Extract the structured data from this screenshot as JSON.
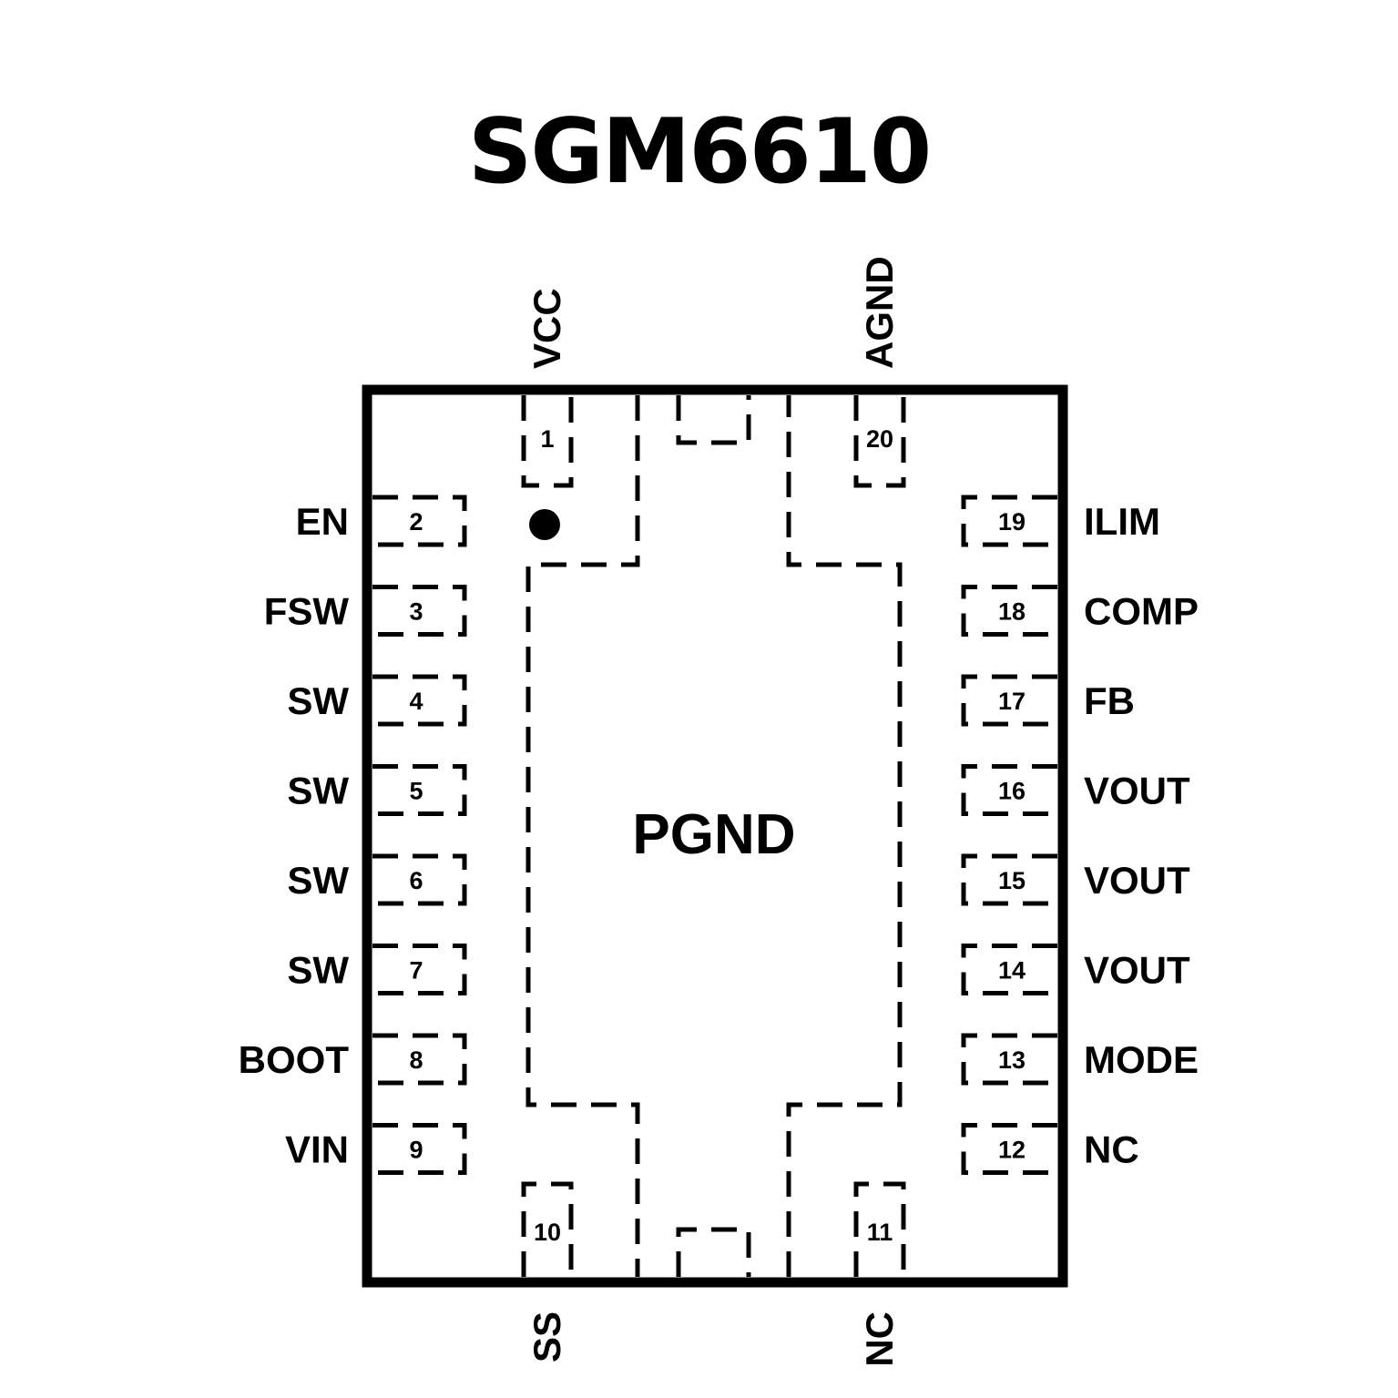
{
  "title": "SGM6610",
  "center_pad_label": "PGND",
  "pins": {
    "top": [
      {
        "num": "1",
        "name": "VCC"
      },
      {
        "num": "20",
        "name": "AGND"
      }
    ],
    "left": [
      {
        "num": "2",
        "name": "EN"
      },
      {
        "num": "3",
        "name": "FSW"
      },
      {
        "num": "4",
        "name": "SW"
      },
      {
        "num": "5",
        "name": "SW"
      },
      {
        "num": "6",
        "name": "SW"
      },
      {
        "num": "7",
        "name": "SW"
      },
      {
        "num": "8",
        "name": "BOOT"
      },
      {
        "num": "9",
        "name": "VIN"
      }
    ],
    "right": [
      {
        "num": "19",
        "name": "ILIM"
      },
      {
        "num": "18",
        "name": "COMP"
      },
      {
        "num": "17",
        "name": "FB"
      },
      {
        "num": "16",
        "name": "VOUT"
      },
      {
        "num": "15",
        "name": "VOUT"
      },
      {
        "num": "14",
        "name": "VOUT"
      },
      {
        "num": "13",
        "name": "MODE"
      },
      {
        "num": "12",
        "name": "NC"
      }
    ],
    "bottom": [
      {
        "num": "10",
        "name": "SS"
      },
      {
        "num": "11",
        "name": "NC"
      }
    ]
  }
}
